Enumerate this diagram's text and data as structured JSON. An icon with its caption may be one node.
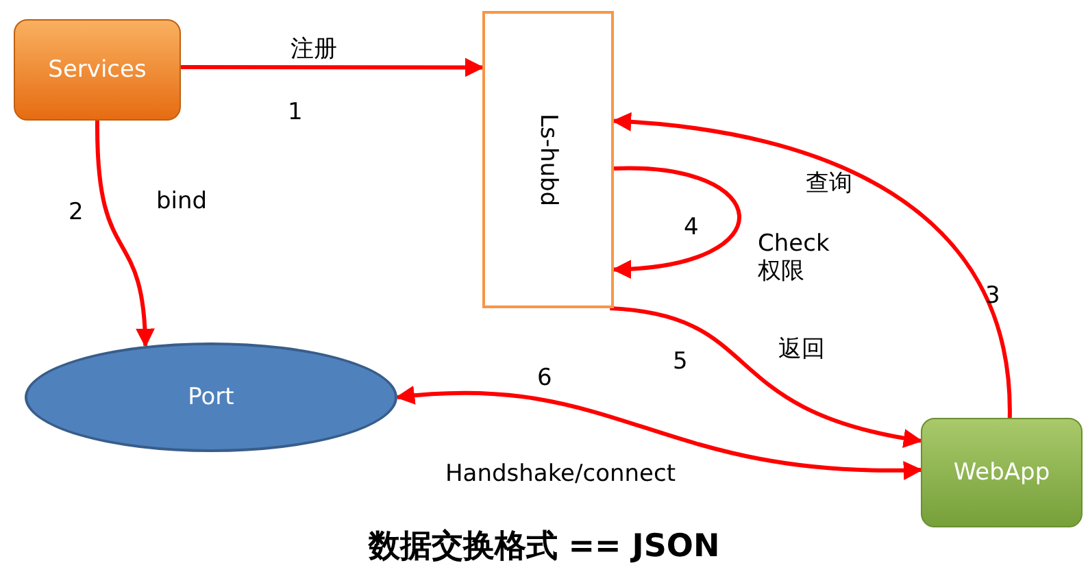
{
  "diagram": {
    "caption": "数据交换格式 == JSON",
    "nodes": [
      {
        "text": [
          "Services"
        ]
      },
      {
        "text": [
          "Ls-hubd"
        ]
      },
      {
        "text": [
          "Port"
        ]
      },
      {
        "text": [
          "WebApp"
        ]
      }
    ],
    "edges": [
      {
        "from": 0,
        "to": 1,
        "arrow": "to",
        "label": "注册"
      },
      {
        "from": 0,
        "to": 2,
        "arrow": "to",
        "label": "bind"
      },
      {
        "from": 3,
        "to": 1,
        "arrow": "to",
        "label": "查询"
      },
      {
        "from": 1,
        "to": 1,
        "arrow": "to",
        "label": "Check 权限"
      },
      {
        "from": 1,
        "to": 3,
        "arrow": "to",
        "label": "返回"
      },
      {
        "from": 2,
        "to": 3,
        "arrow": "both",
        "label": "Handshake/connect"
      }
    ],
    "labels": [
      "1",
      "2",
      "4",
      "3",
      "5",
      "6"
    ]
  }
}
